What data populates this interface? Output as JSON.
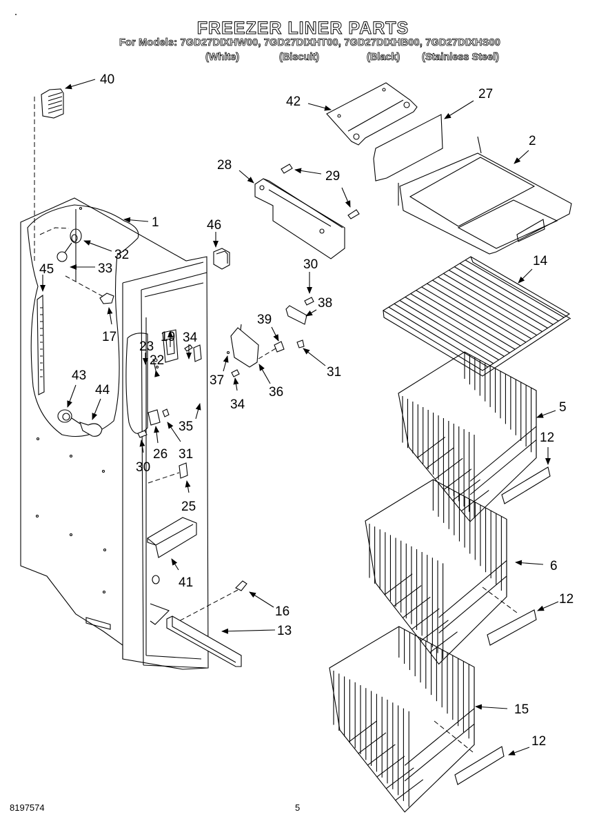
{
  "header": {
    "title": "FREEZER LINER PARTS",
    "models_line": "For Models: 7GD27DIXHW00, 7GD27DIXHT00, 7GD27DIXHB00, 7GD27DIXHS00",
    "colors": [
      "(White)",
      "(Biscuit)",
      "(Black)",
      "(Stainless Steel)"
    ]
  },
  "footer": {
    "document_number": "8197574",
    "page_number": "5"
  },
  "callouts": [
    {
      "id": "40",
      "label": "40"
    },
    {
      "id": "1",
      "label": "1"
    },
    {
      "id": "32",
      "label": "32"
    },
    {
      "id": "33",
      "label": "33"
    },
    {
      "id": "45",
      "label": "45"
    },
    {
      "id": "17",
      "label": "17"
    },
    {
      "id": "43",
      "label": "43"
    },
    {
      "id": "44",
      "label": "44"
    },
    {
      "id": "46",
      "label": "46"
    },
    {
      "id": "23",
      "label": "23"
    },
    {
      "id": "22",
      "label": "22"
    },
    {
      "id": "19",
      "label": "19"
    },
    {
      "id": "34a",
      "label": "34"
    },
    {
      "id": "35",
      "label": "35"
    },
    {
      "id": "26",
      "label": "26"
    },
    {
      "id": "31a",
      "label": "31"
    },
    {
      "id": "30a",
      "label": "30"
    },
    {
      "id": "25",
      "label": "25"
    },
    {
      "id": "41",
      "label": "41"
    },
    {
      "id": "16",
      "label": "16"
    },
    {
      "id": "13",
      "label": "13"
    },
    {
      "id": "42",
      "label": "42"
    },
    {
      "id": "27",
      "label": "27"
    },
    {
      "id": "2",
      "label": "2"
    },
    {
      "id": "28",
      "label": "28"
    },
    {
      "id": "29",
      "label": "29"
    },
    {
      "id": "30b",
      "label": "30"
    },
    {
      "id": "38",
      "label": "38"
    },
    {
      "id": "39",
      "label": "39"
    },
    {
      "id": "31b",
      "label": "31"
    },
    {
      "id": "37",
      "label": "37"
    },
    {
      "id": "36",
      "label": "36"
    },
    {
      "id": "34b",
      "label": "34"
    },
    {
      "id": "14",
      "label": "14"
    },
    {
      "id": "5",
      "label": "5"
    },
    {
      "id": "12a",
      "label": "12"
    },
    {
      "id": "6",
      "label": "6"
    },
    {
      "id": "12b",
      "label": "12"
    },
    {
      "id": "15",
      "label": "15"
    },
    {
      "id": "12c",
      "label": "12"
    }
  ]
}
